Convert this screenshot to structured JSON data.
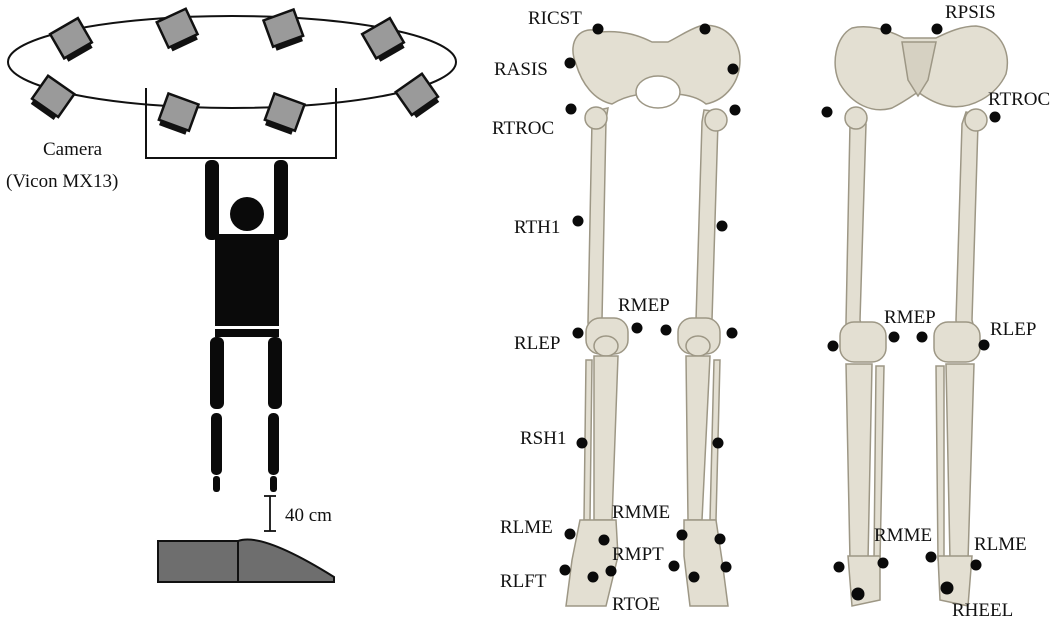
{
  "setup": {
    "camera_label": "Camera",
    "camera_model": "(Vicon MX13)",
    "drop_height": "40 cm"
  },
  "front_view": {
    "labels": {
      "ricst": "RICST",
      "rasis": "RASIS",
      "rtroc": "RTROC",
      "rth1": "RTH1",
      "rmep": "RMEP",
      "rlep": "RLEP",
      "rsh1": "RSH1",
      "rlme": "RLME",
      "rmme": "RMME",
      "rmpt": "RMPT",
      "rlft": "RLFT",
      "rtoe": "RTOE"
    }
  },
  "back_view": {
    "labels": {
      "rpsis": "RPSIS",
      "rtroc": "RTROC",
      "rmep": "RMEP",
      "rlep": "RLEP",
      "rmme": "RMME",
      "rlme": "RLME",
      "rheel": "RHEEL"
    }
  },
  "colors": {
    "bone": "#e3dfd2",
    "bone_shadow": "#b9b3a2",
    "marker": "#0a0a0a",
    "camera": "#9a9a9a",
    "figure": "#0a0a0a",
    "ramp": "#6e6e6e"
  }
}
